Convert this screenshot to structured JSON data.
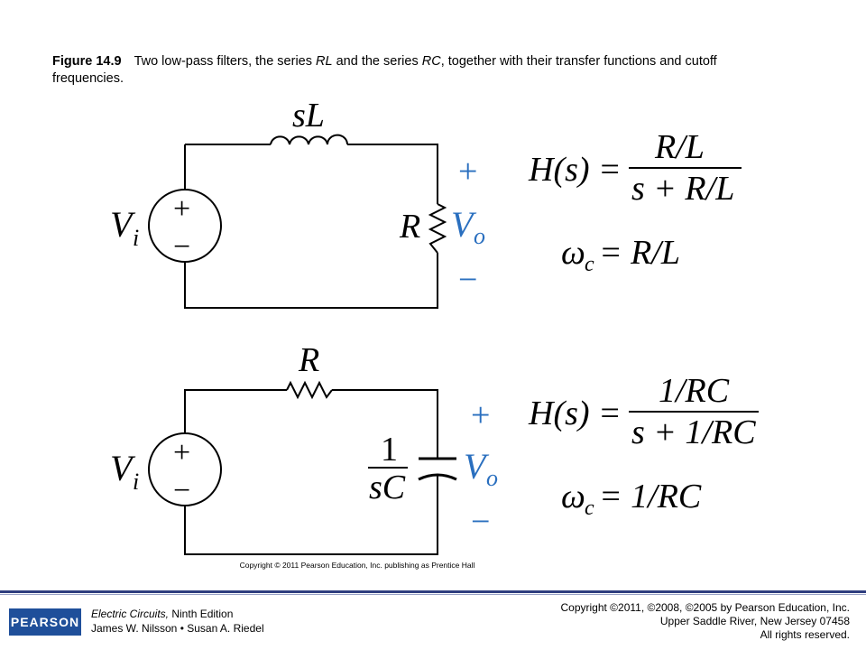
{
  "caption": {
    "label": "Figure 14.9",
    "pre": "Two low-pass filters, the series ",
    "rl": "RL",
    "mid": " and the series ",
    "rc": "RC",
    "post": ", together with their transfer functions and cutoff frequencies."
  },
  "rl_circuit": {
    "inductor_label": "sL",
    "source_plus": "+",
    "source_minus": "−",
    "vi": "V",
    "vi_sub": "i",
    "resistor_label": "R",
    "vo": "V",
    "vo_sub": "o",
    "out_plus": "+",
    "out_minus": "−",
    "hs_lhs": "H(s) =",
    "hs_num": "R/L",
    "hs_den": "s + R/L",
    "wc_omega": "ω",
    "wc_sub": "c",
    "wc_rhs": "= R/L"
  },
  "rc_circuit": {
    "resistor_label": "R",
    "source_plus": "+",
    "source_minus": "−",
    "vi": "V",
    "vi_sub": "i",
    "cap_num": "1",
    "cap_den": "sC",
    "vo": "V",
    "vo_sub": "o",
    "out_plus": "+",
    "out_minus": "−",
    "hs_lhs": "H(s) =",
    "hs_num": "1/RC",
    "hs_den": "s + 1/RC",
    "wc_omega": "ω",
    "wc_sub": "c",
    "wc_rhs": "= 1/RC"
  },
  "credit": "Copyright © 2011 Pearson Education, Inc. publishing as Prentice Hall",
  "footer": {
    "logo": "PEARSON",
    "book_title": "Electric Circuits,",
    "book_edition": " Ninth Edition",
    "authors": "James W. Nilsson • Susan A. Riedel",
    "rights_1": "Copyright ©2011, ©2008, ©2005 by Pearson Education, Inc.",
    "rights_2": "Upper Saddle River, New Jersey 07458",
    "rights_3": "All rights reserved."
  }
}
